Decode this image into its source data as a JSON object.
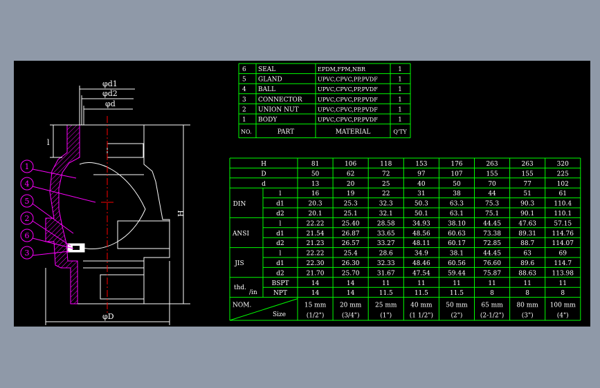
{
  "colors": {
    "background": "#8f99a8",
    "canvas": "#000000",
    "table_line": "#00ff00",
    "text": "#ffffff",
    "callout": "#ff00ff",
    "centerline": "#ff0000",
    "hatch": "#ff00ff",
    "outline": "#ffffff"
  },
  "drawing": {
    "dimensions": {
      "d1": "φd1",
      "d2": "φd2",
      "d": "φd",
      "D": "φD",
      "H": "H",
      "l": "l"
    },
    "callouts": [
      "1",
      "4",
      "5",
      "2",
      "6",
      "3"
    ]
  },
  "parts_table": {
    "rows": [
      {
        "no": "6",
        "part": "SEAL",
        "material": "EPDM,FPM,NBR",
        "qty": "1"
      },
      {
        "no": "5",
        "part": "GLAND",
        "material": "UPVC,CPVC,PP,PVDF",
        "qty": "1"
      },
      {
        "no": "4",
        "part": "BALL",
        "material": "UPVC,CPVC,PP,PVDF",
        "qty": "1"
      },
      {
        "no": "3",
        "part": "CONNECTOR",
        "material": "UPVC,CPVC,PP,PVDF",
        "qty": "1"
      },
      {
        "no": "2",
        "part": "UNION NUT",
        "material": "UPVC,CPVC,PP,PVDF",
        "qty": "1"
      },
      {
        "no": "1",
        "part": "BODY",
        "material": "UPVC,CPVC,PP,PVDF",
        "qty": "1"
      }
    ],
    "header": {
      "no": "NO.",
      "part": "PART",
      "material": "MATERIAL",
      "qty": "Q'TY"
    }
  },
  "dim_table": {
    "rows": [
      {
        "group": "",
        "label": "H",
        "values": [
          "81",
          "106",
          "118",
          "153",
          "176",
          "263",
          "263",
          "320"
        ]
      },
      {
        "group": "",
        "label": "D",
        "values": [
          "50",
          "62",
          "72",
          "97",
          "107",
          "155",
          "155",
          "225"
        ]
      },
      {
        "group": "",
        "label": "d",
        "values": [
          "13",
          "20",
          "25",
          "40",
          "50",
          "70",
          "77",
          "102"
        ]
      },
      {
        "group": "DIN",
        "label": "l",
        "values": [
          "16",
          "19",
          "22",
          "31",
          "38",
          "44",
          "51",
          "61"
        ]
      },
      {
        "group": "DIN",
        "label": "d1",
        "values": [
          "20.3",
          "25.3",
          "32.3",
          "50.3",
          "63.3",
          "75.3",
          "90.3",
          "110.4"
        ]
      },
      {
        "group": "DIN",
        "label": "d2",
        "values": [
          "20.1",
          "25.1",
          "32.1",
          "50.1",
          "63.1",
          "75.1",
          "90.1",
          "110.1"
        ]
      },
      {
        "group": "ANSI",
        "label": "l",
        "values": [
          "22.22",
          "25.40",
          "28.58",
          "34.93",
          "38.10",
          "44.45",
          "47.63",
          "57.15"
        ]
      },
      {
        "group": "ANSI",
        "label": "d1",
        "values": [
          "21.54",
          "26.87",
          "33.65",
          "48.56",
          "60.63",
          "73.38",
          "89.31",
          "114.76"
        ]
      },
      {
        "group": "ANSI",
        "label": "d2",
        "values": [
          "21.23",
          "26.57",
          "33.27",
          "48.11",
          "60.17",
          "72.85",
          "88.7",
          "114.07"
        ]
      },
      {
        "group": "JIS",
        "label": "l",
        "values": [
          "22.22",
          "25.4",
          "28.6",
          "34.9",
          "38.1",
          "44.45",
          "63",
          "69"
        ]
      },
      {
        "group": "JIS",
        "label": "d1",
        "values": [
          "22.30",
          "26.30",
          "32.33",
          "48.46",
          "60.56",
          "76.60",
          "89.6",
          "114.7"
        ]
      },
      {
        "group": "JIS",
        "label": "d2",
        "values": [
          "21.70",
          "25.70",
          "31.67",
          "47.54",
          "59.44",
          "75.87",
          "88.63",
          "113.98"
        ]
      },
      {
        "group": "thd./in",
        "label": "BSPT",
        "values": [
          "14",
          "14",
          "11",
          "11",
          "11",
          "11",
          "11",
          "11"
        ]
      },
      {
        "group": "thd./in",
        "label": "NPT",
        "values": [
          "14",
          "14",
          "11.5",
          "11.5",
          "11.5",
          "8",
          "8",
          "8"
        ]
      }
    ],
    "group_labels": {
      "DIN": "DIN",
      "ANSI": "ANSI",
      "JIS": "JIS",
      "thd1": "thd.",
      "thd2": "/in"
    },
    "nom": {
      "label": "NOM.",
      "size": "Size",
      "sizes": [
        {
          "mm": "15 mm",
          "inch": "(1/2\")"
        },
        {
          "mm": "20 mm",
          "inch": "(3/4\")"
        },
        {
          "mm": "25 mm",
          "inch": "(1\")"
        },
        {
          "mm": "40 mm",
          "inch": "(1 1/2\")"
        },
        {
          "mm": "50 mm",
          "inch": "(2\")"
        },
        {
          "mm": "65 mm",
          "inch": "(2-1/2\")"
        },
        {
          "mm": "80 mm",
          "inch": "(3\")"
        },
        {
          "mm": "100 mm",
          "inch": "(4\")"
        }
      ]
    }
  }
}
